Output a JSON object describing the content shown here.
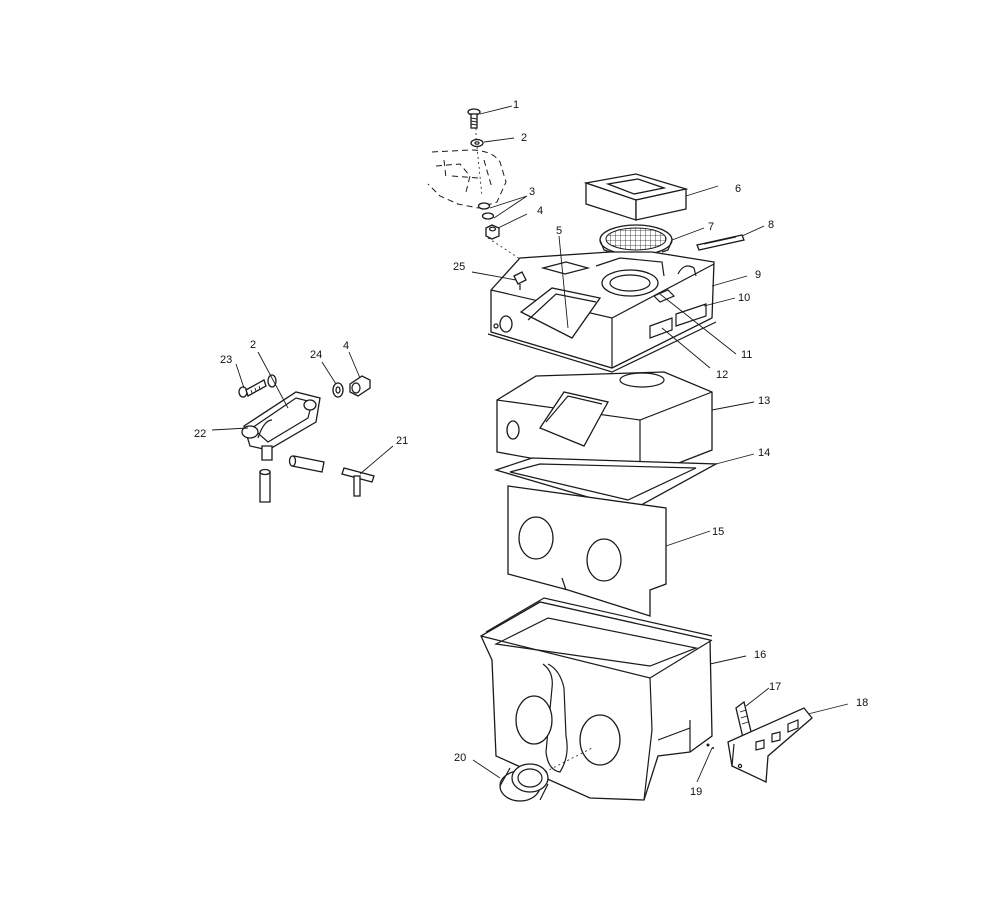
{
  "callouts": [
    {
      "id": "1",
      "label": "1"
    },
    {
      "id": "2",
      "label": "2"
    },
    {
      "id": "3",
      "label": "3"
    },
    {
      "id": "4",
      "label": "4"
    },
    {
      "id": "5",
      "label": "5"
    },
    {
      "id": "6",
      "label": "6"
    },
    {
      "id": "7",
      "label": "7"
    },
    {
      "id": "8",
      "label": "8"
    },
    {
      "id": "9",
      "label": "9"
    },
    {
      "id": "10",
      "label": "10"
    },
    {
      "id": "11",
      "label": "11"
    },
    {
      "id": "12",
      "label": "12"
    },
    {
      "id": "13",
      "label": "13"
    },
    {
      "id": "14",
      "label": "14"
    },
    {
      "id": "15",
      "label": "15"
    },
    {
      "id": "16",
      "label": "16"
    },
    {
      "id": "17",
      "label": "17"
    },
    {
      "id": "18",
      "label": "18"
    },
    {
      "id": "19",
      "label": "19"
    },
    {
      "id": "20",
      "label": "20"
    },
    {
      "id": "21",
      "label": "21"
    },
    {
      "id": "22",
      "label": "22"
    },
    {
      "id": "23",
      "label": "23"
    },
    {
      "id": "24",
      "label": "24"
    },
    {
      "id": "25",
      "label": "25"
    },
    {
      "id": "2b",
      "label": "2"
    },
    {
      "id": "4b",
      "label": "4"
    }
  ]
}
